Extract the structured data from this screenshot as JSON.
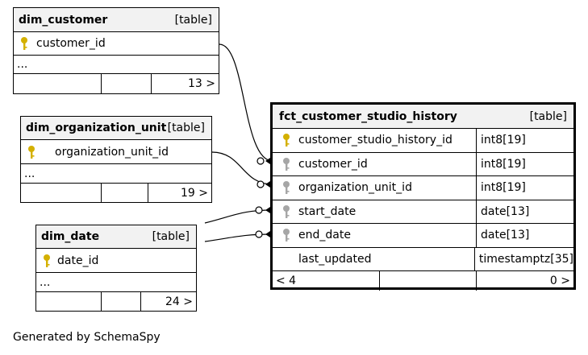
{
  "tables": {
    "dim_customer": {
      "name": "dim_customer",
      "kind": "[table]",
      "pk": "customer_id",
      "more": "...",
      "count": "13 >"
    },
    "dim_organization_unit": {
      "name": "dim_organization_unit",
      "kind": "[table]",
      "pk": "organization_unit_id",
      "more": "...",
      "count": "19 >"
    },
    "dim_date": {
      "name": "dim_date",
      "kind": "[table]",
      "pk": "date_id",
      "more": "...",
      "count": "24 >"
    },
    "fct": {
      "name": "fct_customer_studio_history",
      "kind": "[table]",
      "columns": [
        {
          "name": "customer_studio_history_id",
          "type": "int8[19]",
          "key": "primary"
        },
        {
          "name": "customer_id",
          "type": "int8[19]",
          "key": "foreign"
        },
        {
          "name": "organization_unit_id",
          "type": "int8[19]",
          "key": "foreign"
        },
        {
          "name": "start_date",
          "type": "date[13]",
          "key": "foreign"
        },
        {
          "name": "end_date",
          "type": "date[13]",
          "key": "foreign"
        },
        {
          "name": "last_updated",
          "type": "timestamptz[35]",
          "key": "none"
        }
      ],
      "parents": "< 4",
      "children": "0 >"
    }
  },
  "colors": {
    "primary_key": "#d4b000",
    "foreign_key": "#a6a6a6",
    "header_bg": "#f2f2f2"
  },
  "icons": {
    "primary_key": "key-icon-gold",
    "foreign_key": "key-icon-gray"
  },
  "generated_by": "Generated by SchemaSpy"
}
